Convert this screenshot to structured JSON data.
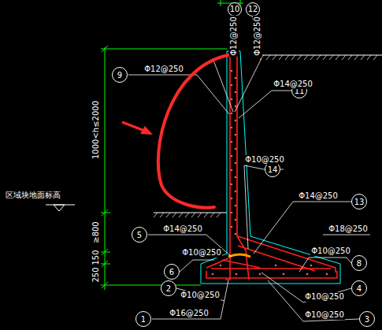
{
  "diagram": {
    "nodes": [
      {
        "text": [
          "10"
        ]
      },
      {
        "text": [
          "12"
        ]
      },
      {
        "text": [
          "9"
        ]
      },
      {
        "text": [
          "11"
        ]
      },
      {
        "text": [
          "14"
        ]
      },
      {
        "text": [
          "13"
        ]
      },
      {
        "text": [
          "5"
        ]
      },
      {
        "text": [
          "6"
        ]
      },
      {
        "text": [
          "8"
        ]
      },
      {
        "text": [
          "2"
        ]
      },
      {
        "text": [
          "4"
        ]
      },
      {
        "text": [
          "1"
        ]
      },
      {
        "text": [
          "3"
        ]
      }
    ],
    "labels": [
      "Φ12@250",
      "Φ12@250",
      "1000<h≤2000",
      "Φ12@250",
      "Φ14@250",
      "Φ10@250",
      "区域块地面标高",
      "Φ14@250",
      "≥800",
      "Φ14@250",
      "Φ18@250",
      "Φ10@250",
      "150",
      "Φ10@250",
      "250",
      "Φ10@250",
      "Φ10@250",
      "Φ16@250",
      "Φ10@250"
    ]
  }
}
